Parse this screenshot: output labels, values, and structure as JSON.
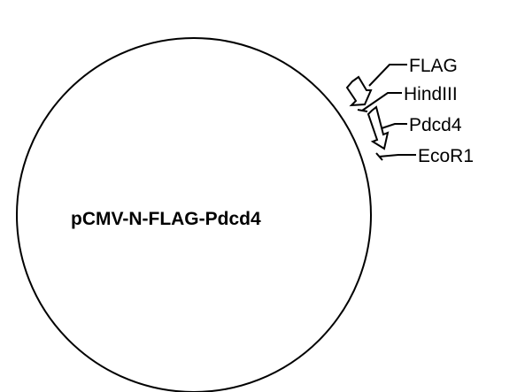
{
  "plasmid": {
    "name": "pCMV-N-FLAG-Pdcd4"
  },
  "features": {
    "flag": "FLAG",
    "hindiii": "HindIII",
    "pdcd4": "Pdcd4",
    "ecor1": "EcoR1"
  }
}
